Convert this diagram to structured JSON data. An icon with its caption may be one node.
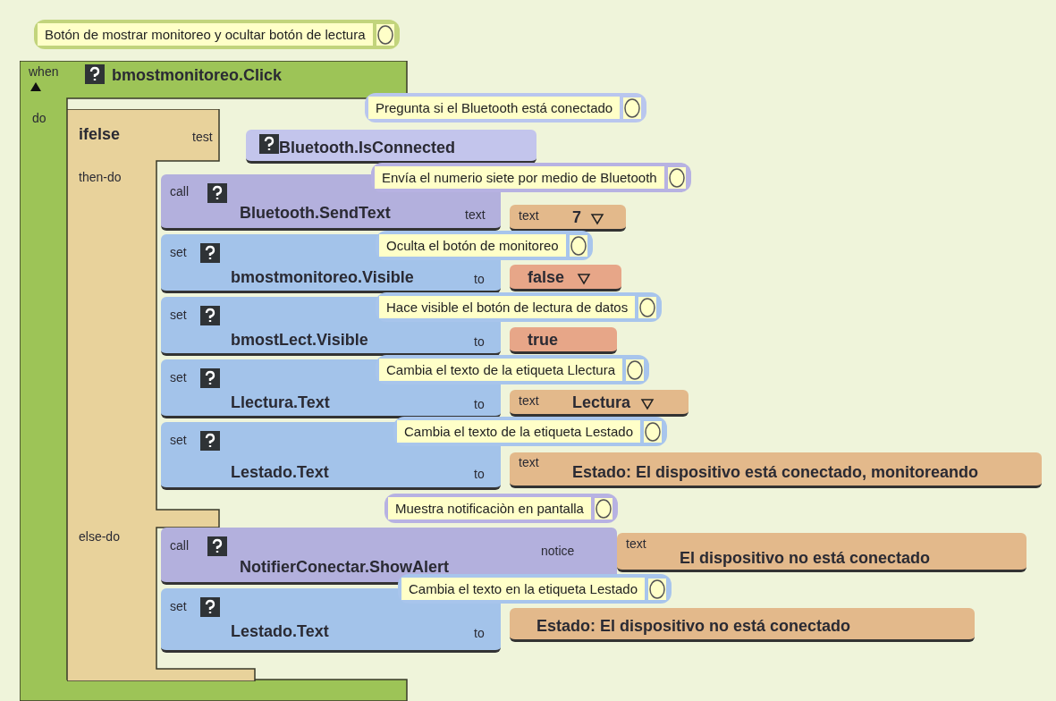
{
  "diagram": {
    "nodes": [
      {
        "text": [
          "Botón de mostrar monitoreo y ocultar botón de lectura"
        ]
      },
      {
        "text": [
          "when",
          "bmostmonitoreo.Click",
          "do"
        ]
      },
      {
        "text": [
          "ifelse",
          "test",
          "then-do",
          "else-do"
        ]
      },
      {
        "text": [
          "Pregunta si el Bluetooth está conectado"
        ]
      },
      {
        "text": [
          "Bluetooth.IsConnected"
        ]
      },
      {
        "text": [
          "Envía el numerio siete por medio de Bluetooth"
        ]
      },
      {
        "text": [
          "call",
          "Bluetooth.SendText",
          "text"
        ]
      },
      {
        "text": [
          "text",
          "7"
        ]
      },
      {
        "text": [
          "Oculta el botón de monitoreo"
        ]
      },
      {
        "text": [
          "set",
          "bmostmonitoreo.Visible",
          "to"
        ]
      },
      {
        "text": [
          "false"
        ]
      },
      {
        "text": [
          "Hace visible el botón de lectura de datos"
        ]
      },
      {
        "text": [
          "set",
          "bmostLect.Visible",
          "to"
        ]
      },
      {
        "text": [
          "true"
        ]
      },
      {
        "text": [
          "Cambia el texto de la etiqueta Llectura"
        ]
      },
      {
        "text": [
          "set",
          "Llectura.Text",
          "to"
        ]
      },
      {
        "text": [
          "text",
          "Lectura"
        ]
      },
      {
        "text": [
          "Cambia el texto de la etiqueta Lestado"
        ]
      },
      {
        "text": [
          "set",
          "Lestado.Text",
          "to"
        ]
      },
      {
        "text": [
          "text",
          "Estado: El dispositivo está conectado, monitoreando"
        ]
      },
      {
        "text": [
          "Muestra notificaciòn en pantalla"
        ]
      },
      {
        "text": [
          "call",
          "NotifierConectar.ShowAlert",
          "notice"
        ]
      },
      {
        "text": [
          "text",
          "El dispositivo no está conectado"
        ]
      },
      {
        "text": [
          "Cambia el texto en la etiqueta Lestado"
        ]
      },
      {
        "text": [
          "set",
          "Lestado.Text",
          "to"
        ]
      },
      {
        "text": [
          "Estado: El dispositivo no está conectado"
        ]
      }
    ]
  }
}
